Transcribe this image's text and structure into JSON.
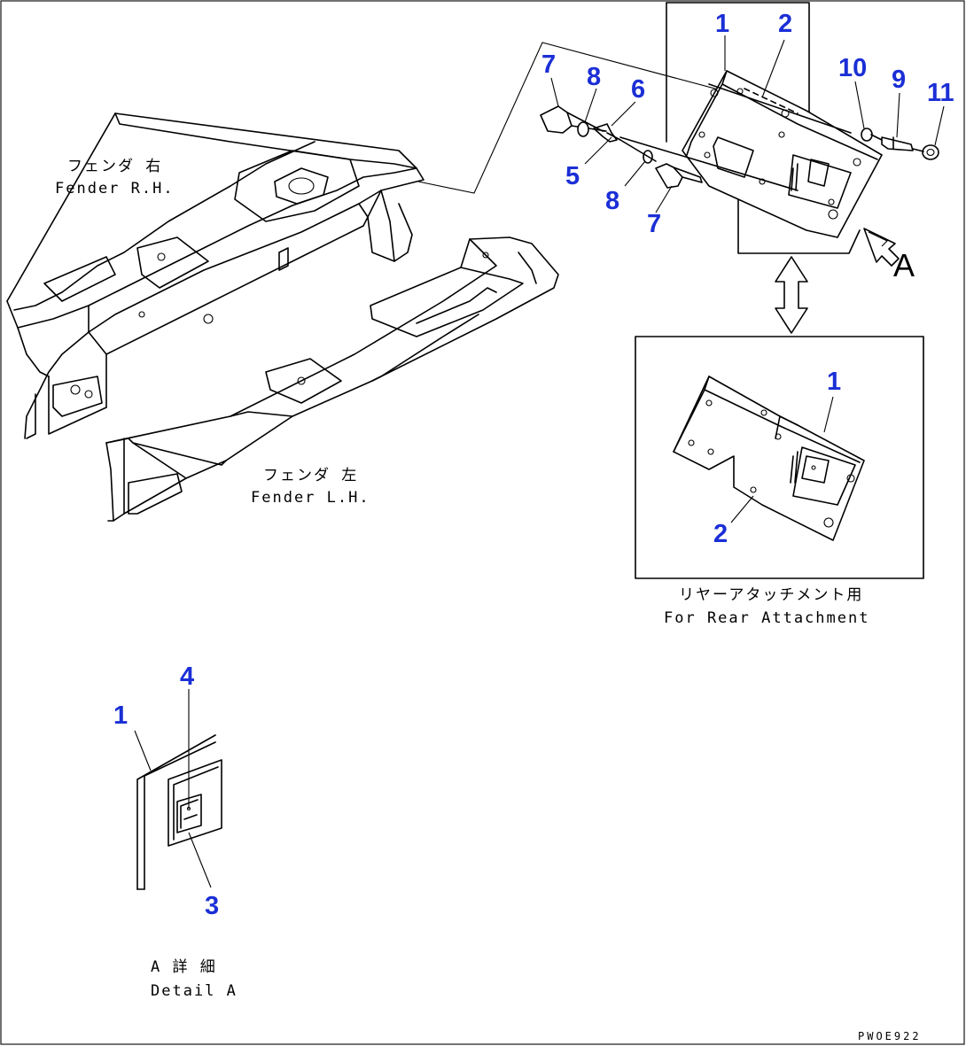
{
  "callouts": {
    "top_1": "1",
    "top_2": "2",
    "bolt_7a": "7",
    "washer_8a": "8",
    "clip_6": "6",
    "bracket_5": "5",
    "washer_8b": "8",
    "bolt_7b": "7",
    "washer_10": "10",
    "bolt_9": "9",
    "nut_11": "11",
    "rear_1": "1",
    "rear_2": "2",
    "detail_4": "4",
    "detail_1": "1",
    "detail_3": "3"
  },
  "labels": {
    "fender_rh_jp": "フェンダ 右",
    "fender_rh_en": "Fender R.H.",
    "fender_lh_jp": "フェンダ 左",
    "fender_lh_en": "Fender L.H.",
    "rear_attachment_jp": "リヤーアタッチメント用",
    "rear_attachment_en": "For Rear Attachment",
    "view_arrow": "A",
    "detail_jp": "A 詳 細",
    "detail_en": "Detail A",
    "drawing_code": "PWOE922"
  },
  "colors": {
    "callout": "#1b2fd6",
    "line": "#000000",
    "background": "#ffffff"
  }
}
